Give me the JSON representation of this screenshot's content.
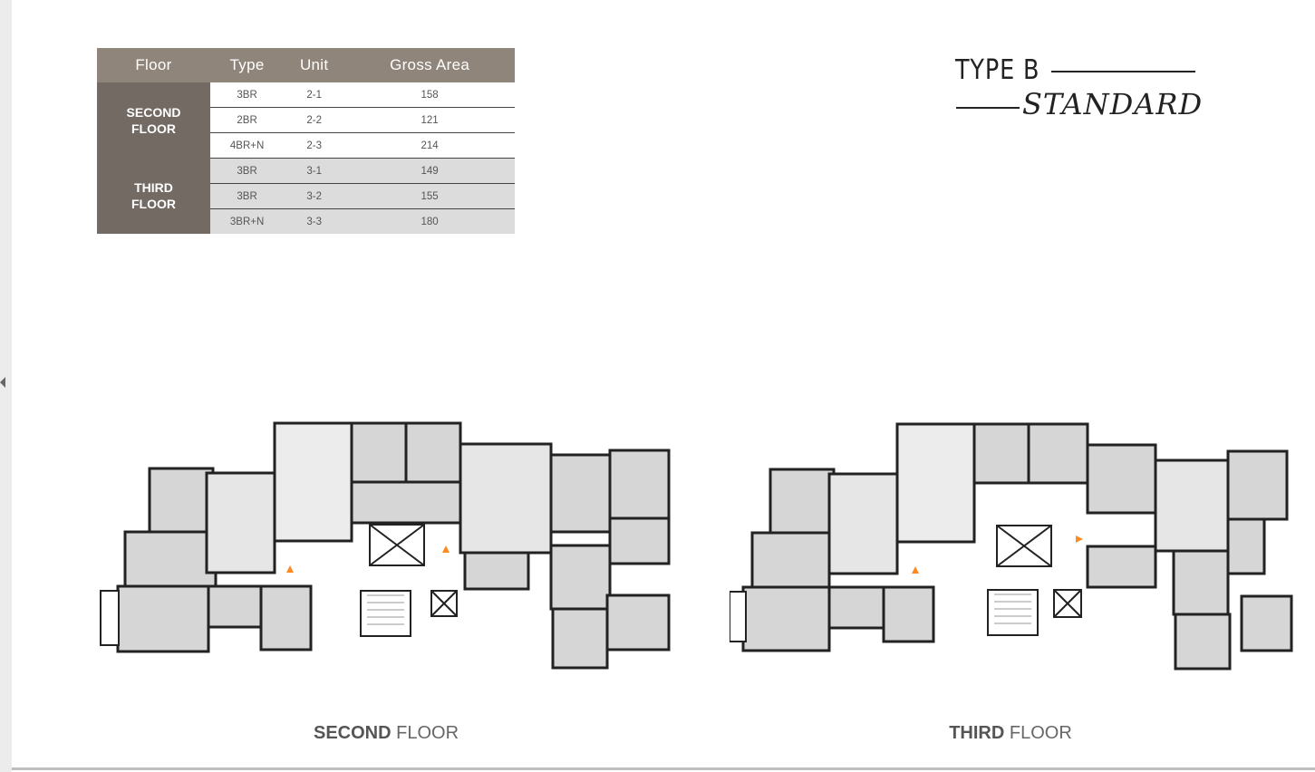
{
  "table": {
    "headers": [
      "Floor",
      "Type",
      "Unit",
      "Gross Area"
    ],
    "groups": [
      {
        "floor_line1": "SECOND",
        "floor_line2": "FLOOR",
        "rows": [
          {
            "type": "3BR",
            "unit": "2-1",
            "area": "158"
          },
          {
            "type": "2BR",
            "unit": "2-2",
            "area": "121"
          },
          {
            "type": "4BR+N",
            "unit": "2-3",
            "area": "214"
          }
        ]
      },
      {
        "floor_line1": "THIRD",
        "floor_line2": "FLOOR",
        "rows": [
          {
            "type": "3BR",
            "unit": "3-1",
            "area": "149"
          },
          {
            "type": "3BR",
            "unit": "3-2",
            "area": "155"
          },
          {
            "type": "3BR+N",
            "unit": "3-3",
            "area": "180"
          }
        ]
      }
    ]
  },
  "heading": {
    "title": "TYPE B",
    "subtitle": "STANDARD"
  },
  "plans": {
    "second": {
      "caption_bold": "SECOND",
      "caption_rest": " FLOOR"
    },
    "third": {
      "caption_bold": "THIRD",
      "caption_rest": " FLOOR"
    }
  },
  "colors": {
    "header_bg": "#8f857b",
    "floor_bg": "#726a63",
    "alt_row_bg": "#dcdcdc",
    "wall": "#222222",
    "room_fill": "#d6d6d6"
  }
}
